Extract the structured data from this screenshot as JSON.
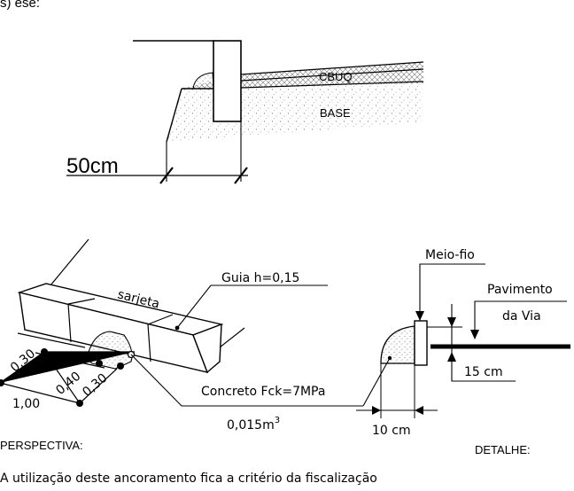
{
  "header_fragment": "s) ese:",
  "section_labels": {
    "cbuq": "CBUQ",
    "base": "BASE",
    "width_dim": "50cm"
  },
  "perspective": {
    "sarjeta": "sarjeta",
    "guia": "Guia  h=0,15",
    "dim_a": "0,30",
    "dim_b": "0,40",
    "dim_c": "0,30",
    "dim_total": "1,00",
    "concreto": "Concreto  Fck=7MPa",
    "volume": "0,015m",
    "volume_exp": "3",
    "caption": "PERSPECTIVA:"
  },
  "detail": {
    "meio_fio": "Meio-fio",
    "pavimento": "Pavimento",
    "da_via": "da Via",
    "dim_15": "15  cm",
    "dim_10": "10  cm",
    "caption": "DETALHE:"
  },
  "footer_note": "A  utilização  deste  ancoramento  fica  a  critério  da  fiscalização"
}
